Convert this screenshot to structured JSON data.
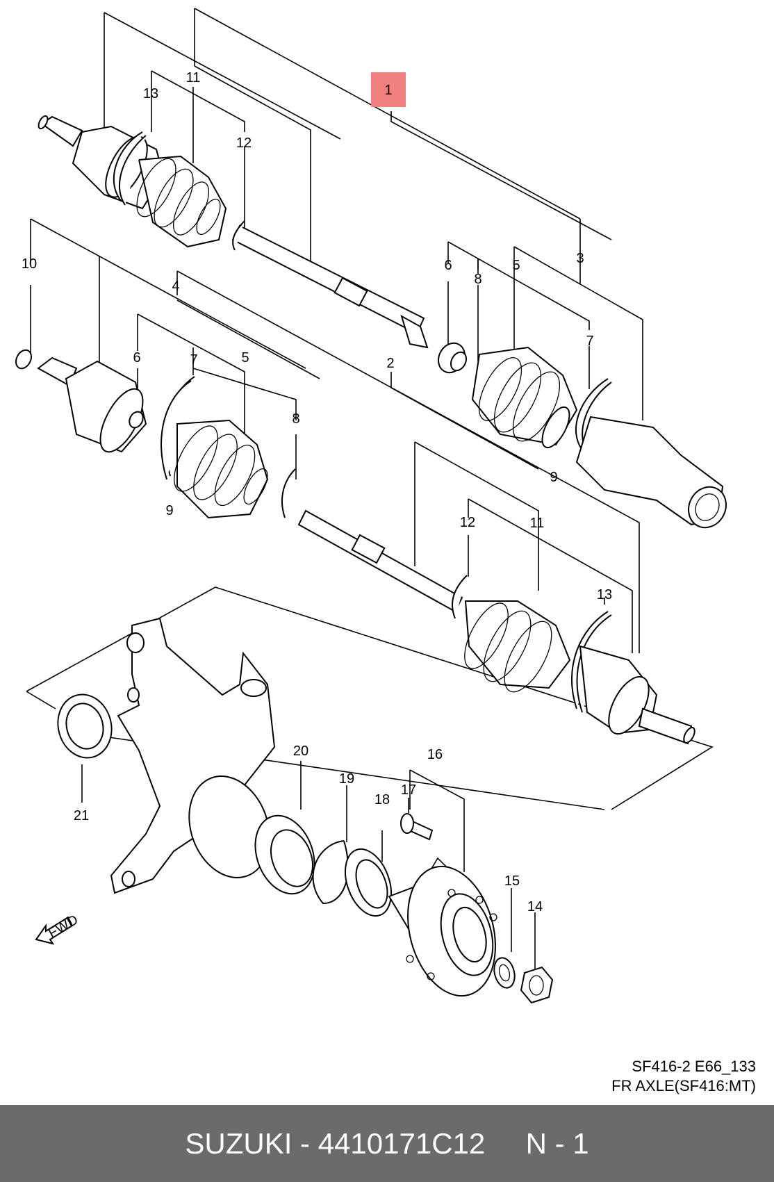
{
  "diagram": {
    "callouts": [
      "1",
      "2",
      "3",
      "4",
      "5",
      "5",
      "6",
      "6",
      "7",
      "7",
      "8",
      "8",
      "9",
      "9",
      "10",
      "11",
      "11",
      "12",
      "12",
      "13",
      "13",
      "14",
      "15",
      "16",
      "17",
      "18",
      "19",
      "20",
      "21"
    ],
    "highlight_color": "#f08080",
    "fwd_label": "FWD",
    "caption_code": "SF416-2 E66_133",
    "caption_title": "FR AXLE(SF416:MT)"
  },
  "footer": {
    "text": "SUZUKI - 4410171C12     N - 1",
    "background": "#6b6b6b"
  }
}
